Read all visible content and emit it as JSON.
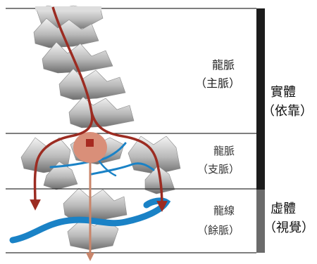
{
  "labels": {
    "main_vein_title": "龍脈",
    "main_vein_sub": "（主脈）",
    "branch_vein_title": "龍脈",
    "branch_vein_sub": "（支脈）",
    "sight_line_title": "龍線",
    "sight_line_sub": "（餘脈）",
    "real_body_title": "實體",
    "real_body_sub": "（依靠）",
    "virtual_body_title": "虛體",
    "virtual_body_sub": "（視覺）"
  },
  "colors": {
    "vein_arrow": "#9c2c22",
    "water": "#1a82c6",
    "axis_arrow": "#c9856a",
    "focus_point": "#d98f79",
    "focus_square": "#a72a20",
    "real_bar": "#1c1c1c",
    "virtual_bar": "#6b6b6b",
    "mountain": "#9a9a9a",
    "divider": "#333333"
  }
}
